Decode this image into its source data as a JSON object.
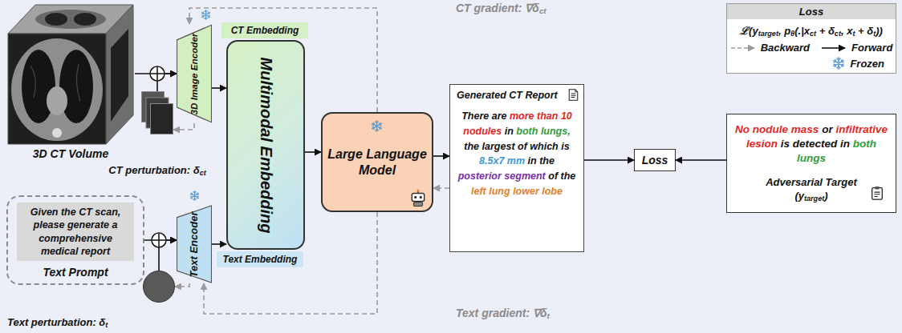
{
  "diagram": {
    "nodes": [
      {
        "text": [
          "3D CT Volume"
        ]
      },
      {
        "text": [
          "3D Image Encoder"
        ]
      },
      {
        "text": [
          "CT perturbation: δct"
        ]
      },
      {
        "text": [
          "CT Embedding"
        ]
      },
      {
        "text": [
          "Multimodal Embedding"
        ]
      },
      {
        "text": [
          "Text Embedding"
        ]
      },
      {
        "text": [
          "Given the CT scan, please generate a comprehensive medical report",
          "Text Prompt"
        ]
      },
      {
        "text": [
          "Text perturbation: δt"
        ]
      },
      {
        "text": [
          "Text Encoder"
        ]
      },
      {
        "text": [
          "Large Language Model"
        ]
      },
      {
        "text": [
          "Generated CT Report",
          "There are more than 10 nodules in both lungs, the largest of which is 8.5x7 mm in the posterior segment of the left lung lower lobe"
        ]
      },
      {
        "text": [
          "Loss"
        ]
      },
      {
        "text": [
          "No nodule mass or infiltrative lesion is detected in both lungs",
          "Adversarial Target (ytarget)"
        ]
      }
    ],
    "edges": [
      {
        "from": 0,
        "to": 1,
        "arrow": "to"
      },
      {
        "from": 2,
        "to": 1,
        "arrow": "to"
      },
      {
        "from": 1,
        "to": 4,
        "arrow": "to"
      },
      {
        "from": 6,
        "to": 8,
        "arrow": "to"
      },
      {
        "from": 7,
        "to": 8,
        "arrow": "to"
      },
      {
        "from": 8,
        "to": 4,
        "arrow": "to"
      },
      {
        "from": 4,
        "to": 9,
        "arrow": "to"
      },
      {
        "from": 9,
        "to": 10,
        "arrow": "to"
      },
      {
        "from": 10,
        "to": 11,
        "arrow": "to"
      },
      {
        "from": 12,
        "to": 11,
        "arrow": "to"
      },
      {
        "from": 10,
        "to": 9,
        "arrow": "to"
      },
      {
        "from": 9,
        "to": 1,
        "arrow": "to",
        "label": "CT gradient: ∇δct"
      },
      {
        "from": 1,
        "to": 2,
        "arrow": "to"
      },
      {
        "from": 9,
        "to": 8,
        "arrow": "to",
        "label": "Text gradient: ∇δt"
      },
      {
        "from": 8,
        "to": 7,
        "arrow": "to"
      }
    ],
    "labels": [
      "Loss",
      "ℒ(ytarget, pθ(.|xct + δct, xt + δt))"
    ],
    "legend": [
      {
        "text": "Backward"
      },
      {
        "text": "Forward"
      },
      {
        "text": "Frozen"
      }
    ]
  }
}
